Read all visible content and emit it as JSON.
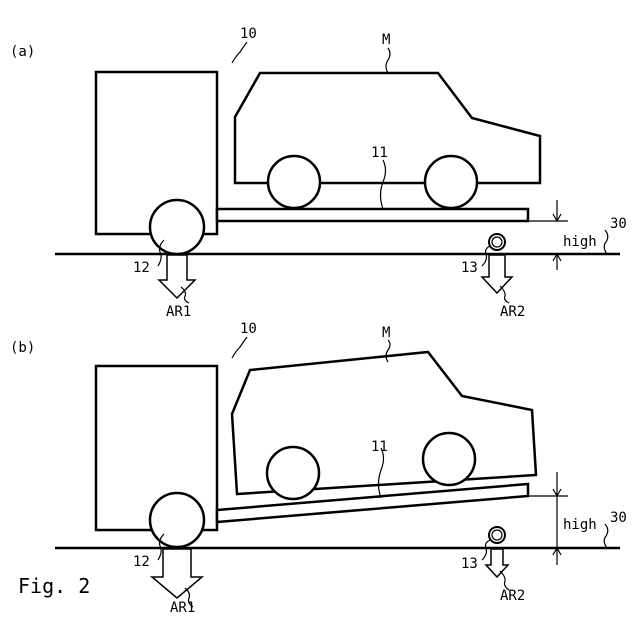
{
  "figure_title": "Fig. 2",
  "panels": [
    {
      "label": "(a)",
      "refs": {
        "vehicle": "10",
        "car": "M",
        "bed": "11",
        "front_wheel": "12",
        "sensor": "13",
        "ground": "30"
      },
      "arrows": {
        "left": "AR1",
        "right": "AR2"
      },
      "height_label": "high"
    },
    {
      "label": "(b)",
      "refs": {
        "vehicle": "10",
        "car": "M",
        "bed": "11",
        "front_wheel": "12",
        "sensor": "13",
        "ground": "30"
      },
      "arrows": {
        "left": "AR1",
        "right": "AR2"
      },
      "height_label": "high"
    }
  ]
}
